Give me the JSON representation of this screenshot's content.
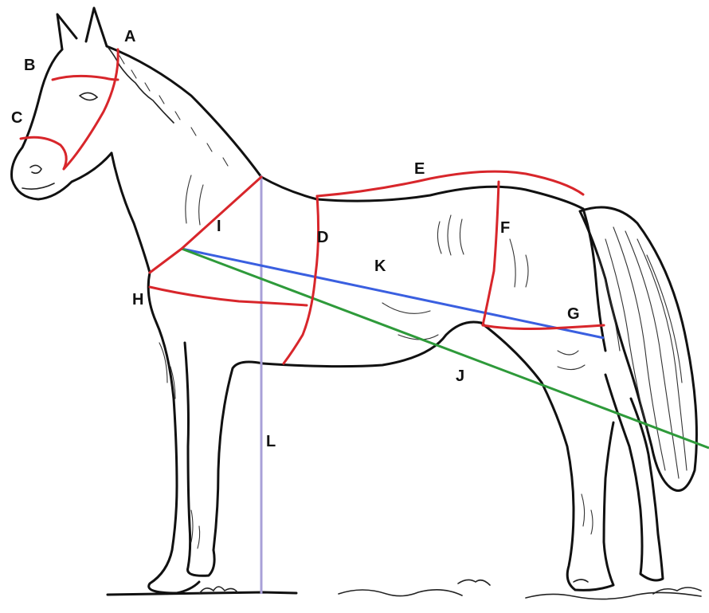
{
  "colors": {
    "background": "#ffffff",
    "outline": "#111111",
    "red_measure": "#d8262b",
    "blue_measure": "#3a5fe0",
    "green_measure": "#2e9a3a",
    "vertical_measure": "#a9a0d8"
  },
  "labels": {
    "A": "A",
    "B": "B",
    "C": "C",
    "D": "D",
    "E": "E",
    "F": "F",
    "G": "G",
    "H": "H",
    "I": "I",
    "J": "J",
    "K": "K",
    "L": "L"
  }
}
